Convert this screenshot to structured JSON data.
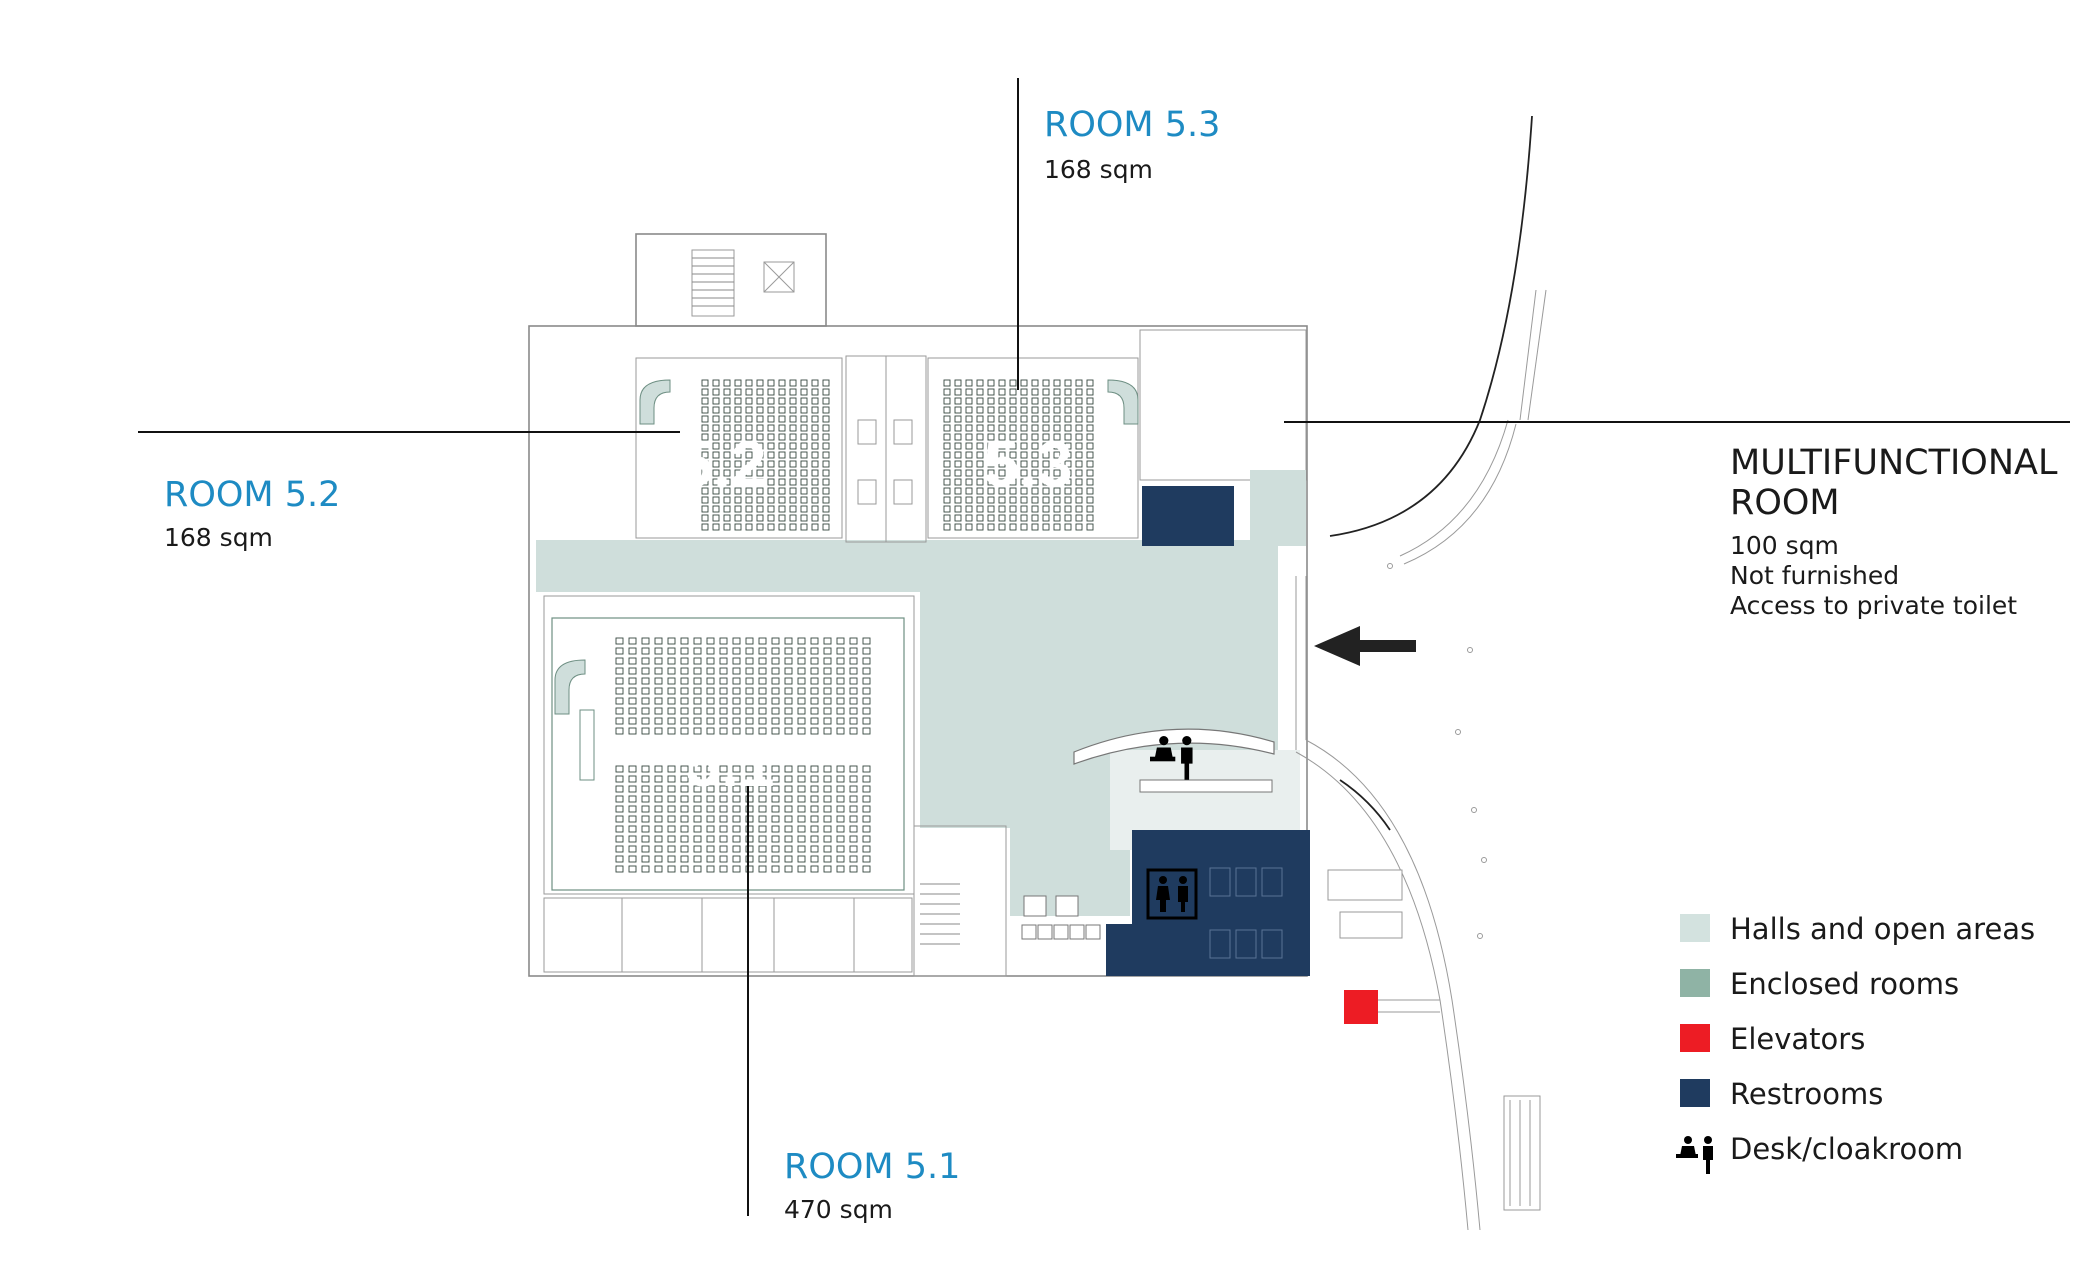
{
  "rooms": [
    {
      "title": "ROOM 5.3",
      "area": "168 sqm",
      "number": "5.3"
    },
    {
      "title": "ROOM 5.2",
      "area": "168 sqm",
      "number": "5.2"
    },
    {
      "title": "ROOM 5.1",
      "area": "470 sqm",
      "number": "5.1"
    }
  ],
  "multifunctional": {
    "title_line1": "MULTIFUNCTIONAL",
    "title_line2": "ROOM",
    "lines": [
      "100 sqm",
      "Not furnished",
      "Access to private toilet"
    ]
  },
  "legend": [
    {
      "label": "Halls and open areas",
      "color": "#d3e2df",
      "icon": ""
    },
    {
      "label": "Enclosed rooms",
      "color": "#8fb3a5",
      "icon": ""
    },
    {
      "label": "Elevators",
      "color": "#ed1c24",
      "icon": ""
    },
    {
      "label": "Restrooms",
      "color": "#1f3b5f",
      "icon": ""
    },
    {
      "label": "Desk/cloakroom",
      "color": "",
      "icon": "desk-cloakroom-icon"
    }
  ],
  "colors": {
    "hall": "#cfdedb",
    "enclosed": "#92b4a7",
    "elevator": "#ed1c24",
    "restroom": "#1f3b5f",
    "service": "#e6e6e6",
    "label_blue": "#1e8bc3"
  }
}
